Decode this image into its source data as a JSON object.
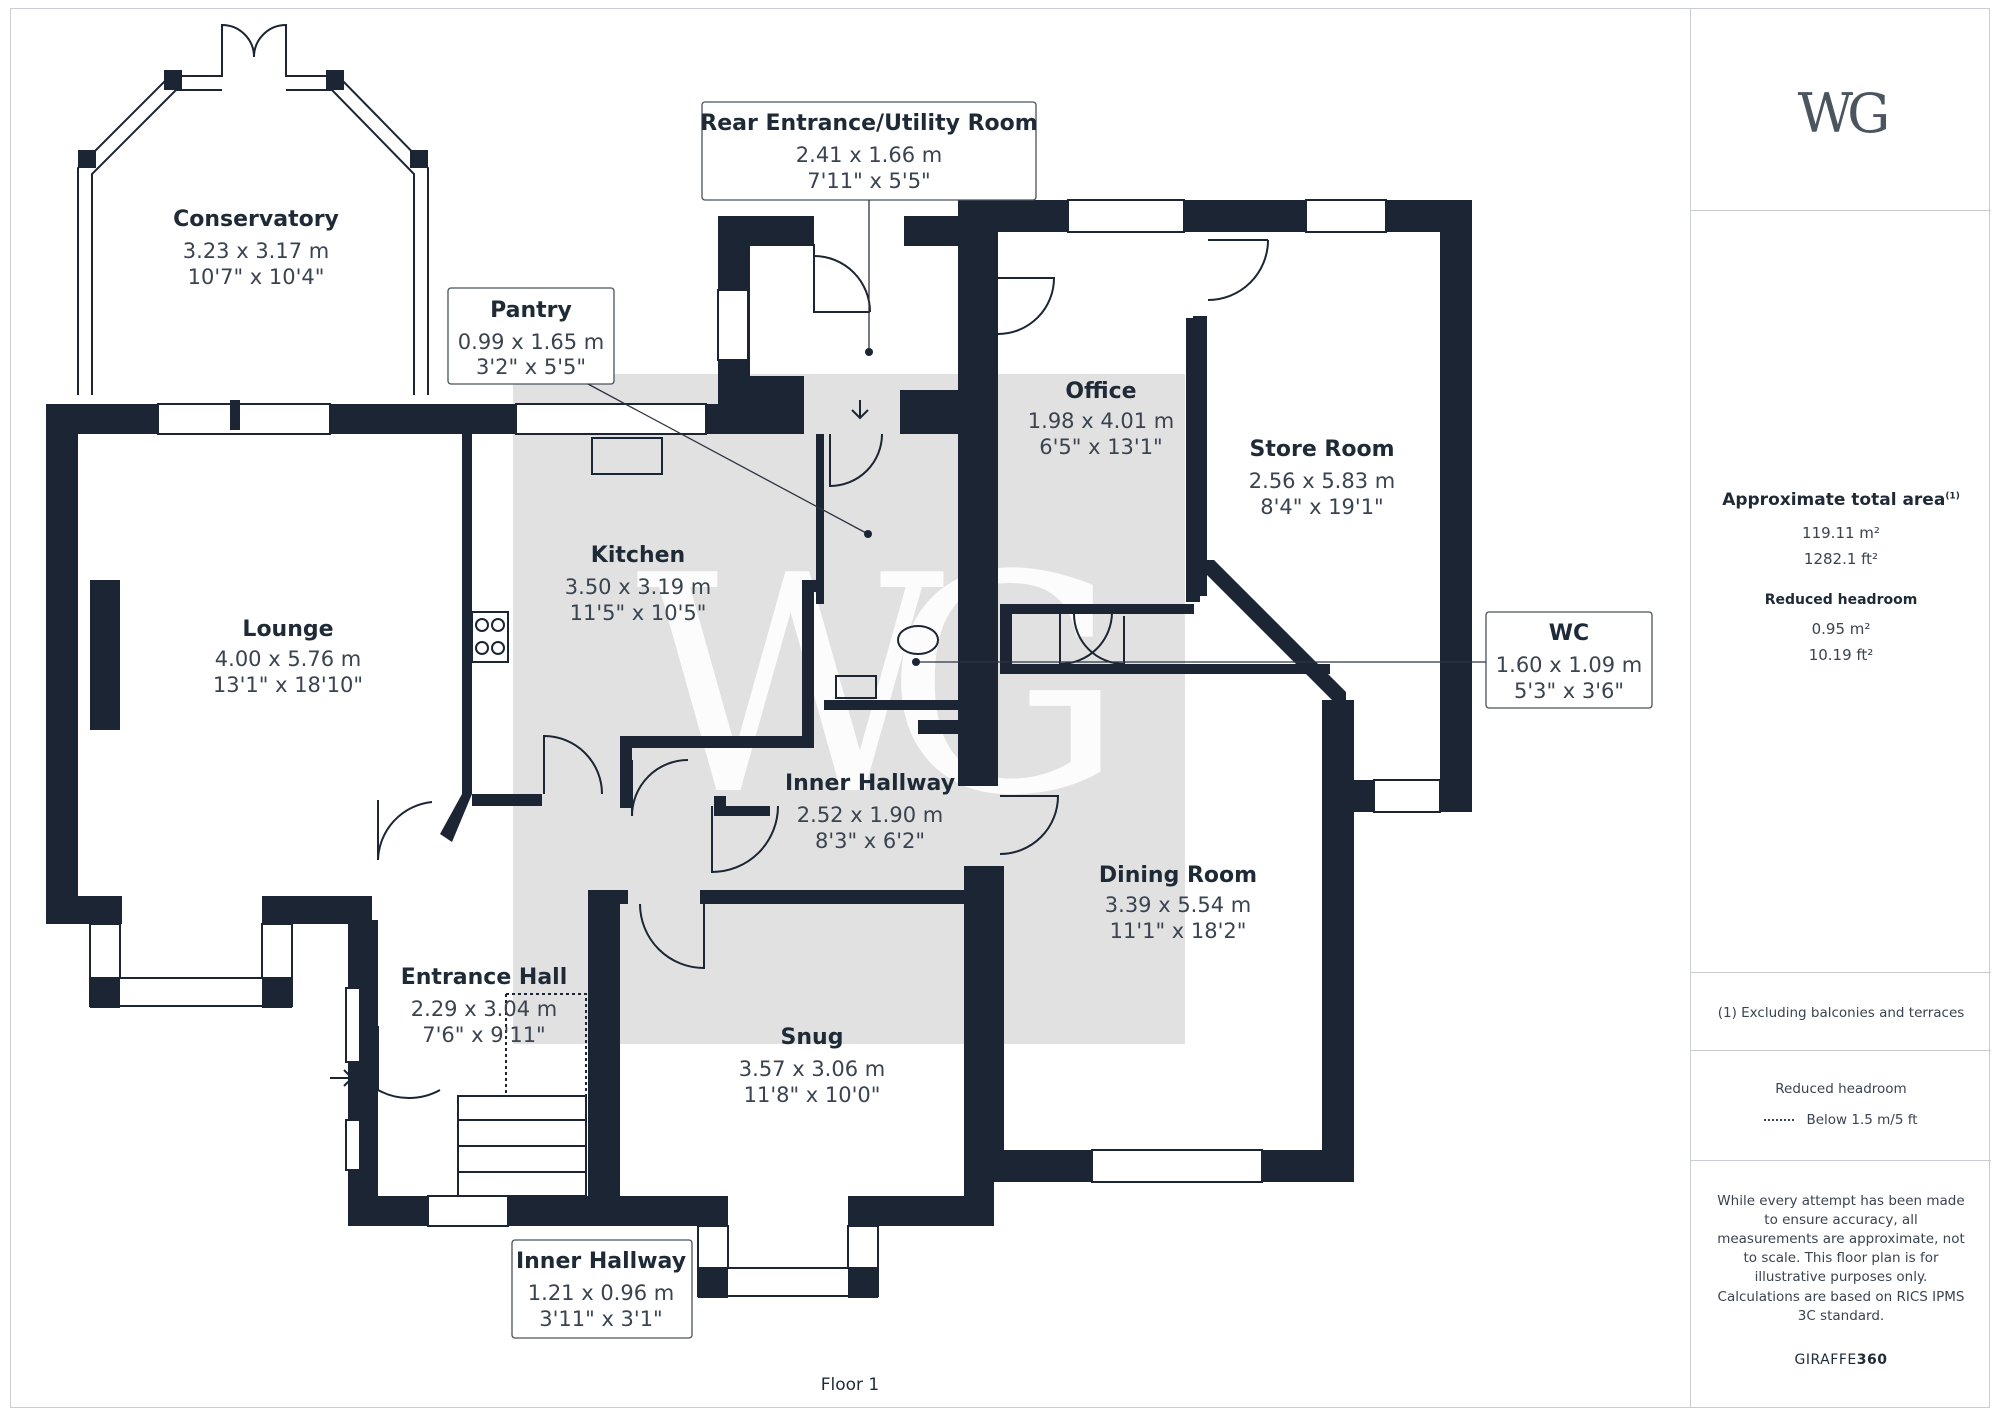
{
  "rooms": {
    "conservatory": {
      "name": "Conservatory",
      "metric": "3.23 x 3.17 m",
      "imperial": "10'7\" x 10'4\""
    },
    "pantry": {
      "name": "Pantry",
      "metric": "0.99 x 1.65 m",
      "imperial": "3'2\" x 5'5\""
    },
    "rear_entrance": {
      "name": "Rear Entrance/Utility Room",
      "metric": "2.41 x 1.66 m",
      "imperial": "7'11\" x 5'5\""
    },
    "office": {
      "name": "Office",
      "metric": "1.98 x 4.01 m",
      "imperial": "6'5\" x 13'1\""
    },
    "store_room": {
      "name": "Store Room",
      "metric": "2.56 x 5.83 m",
      "imperial": "8'4\" x 19'1\""
    },
    "kitchen": {
      "name": "Kitchen",
      "metric": "3.50 x 3.19 m",
      "imperial": "11'5\" x 10'5\""
    },
    "lounge": {
      "name": "Lounge",
      "metric": "4.00 x 5.76 m",
      "imperial": "13'1\" x 18'10\""
    },
    "wc": {
      "name": "WC",
      "metric": "1.60 x 1.09 m",
      "imperial": "5'3\" x 3'6\""
    },
    "inner_hallway_1": {
      "name": "Inner Hallway",
      "metric": "2.52 x 1.90 m",
      "imperial": "8'3\" x 6'2\""
    },
    "dining_room": {
      "name": "Dining Room",
      "metric": "3.39 x 5.54 m",
      "imperial": "11'1\" x 18'2\""
    },
    "entrance_hall": {
      "name": "Entrance Hall",
      "metric": "2.29 x 3.04 m",
      "imperial": "7'6\" x 9'11\""
    },
    "snug": {
      "name": "Snug",
      "metric": "3.57 x 3.06 m",
      "imperial": "11'8\" x 10'0\""
    },
    "inner_hallway_2": {
      "name": "Inner Hallway",
      "metric": "1.21 x 0.96 m",
      "imperial": "3'11\" x 3'1\""
    }
  },
  "floor_label": "Floor 1",
  "watermark": "WG",
  "panel": {
    "logo": "WG",
    "total_area_title": "Approximate total area",
    "total_area_note_marker": "(1)",
    "total_area_m2": "119.11 m²",
    "total_area_ft2": "1282.1 ft²",
    "reduced_headroom_title": "Reduced headroom",
    "reduced_headroom_m2": "0.95 m²",
    "reduced_headroom_ft2": "10.19 ft²",
    "footnote": "(1) Excluding balconies and terraces",
    "legend_title": "Reduced headroom",
    "legend_item": "Below 1.5 m/5 ft",
    "disclaimer": "While every attempt has been made to ensure accuracy, all measurements are approximate, not to scale. This floor plan is for illustrative purposes only.",
    "calc_note": "Calculations are based on RICS IPMS 3C standard.",
    "brand_prefix": "GIRAFFE",
    "brand_suffix": "360"
  },
  "colors": {
    "wall": "#1c2533",
    "watermark_bg": "#dcdcdc",
    "text": "#1f2a37"
  }
}
